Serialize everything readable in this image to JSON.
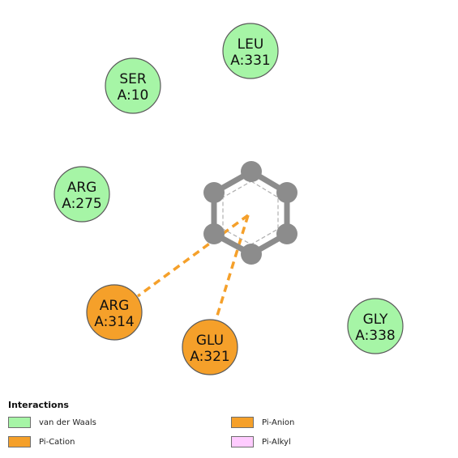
{
  "residues": [
    {
      "id": "leu331",
      "line1": "LEU",
      "line2": "A:331",
      "type": "vdw"
    },
    {
      "id": "ser10",
      "line1": "SER",
      "line2": "A:10",
      "type": "vdw"
    },
    {
      "id": "arg275",
      "line1": "ARG",
      "line2": "A:275",
      "type": "vdw"
    },
    {
      "id": "arg314",
      "line1": "ARG",
      "line2": "A:314",
      "type": "pi_cation"
    },
    {
      "id": "glu321",
      "line1": "GLU",
      "line2": "A:321",
      "type": "pi_anion"
    },
    {
      "id": "gly338",
      "line1": "GLY",
      "line2": "A:338",
      "type": "vdw"
    }
  ],
  "interaction_colors": {
    "vdw": "#a6f5a6",
    "pi_cation": "#f5a02a",
    "pi_anion": "#f5a02a",
    "pi_alkyl": "#ffccff"
  },
  "ring_atom_color": "#8c8c8c",
  "legend": {
    "title": "Interactions",
    "items": [
      {
        "label": "van der Waals",
        "color": "#a6f5a6"
      },
      {
        "label": "Pi-Cation",
        "color": "#f5a02a"
      },
      {
        "label": "Pi-Anion",
        "color": "#f5a02a"
      },
      {
        "label": "Pi-Alkyl",
        "color": "#ffccff"
      }
    ]
  }
}
